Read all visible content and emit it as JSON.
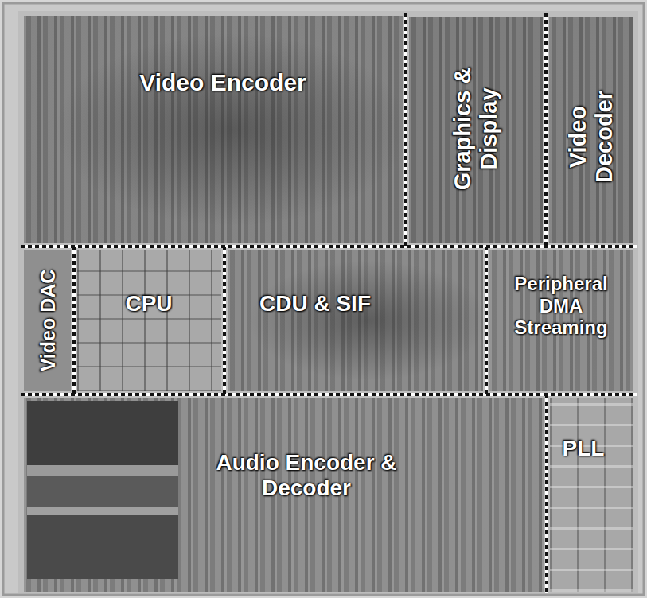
{
  "diagram": {
    "nodes": [
      {
        "text": [
          "Video Encoder"
        ]
      },
      {
        "text": [
          "Graphics & Display"
        ]
      },
      {
        "text": [
          "Video Decoder"
        ]
      },
      {
        "text": [
          "Video DAC"
        ]
      },
      {
        "text": [
          "CPU"
        ]
      },
      {
        "text": [
          "CDU & SIF"
        ]
      },
      {
        "text": [
          "Peripheral DMA Streaming"
        ]
      },
      {
        "text": [
          "Audio Encoder & Decoder"
        ]
      },
      {
        "text": [
          "PLL"
        ]
      }
    ]
  }
}
